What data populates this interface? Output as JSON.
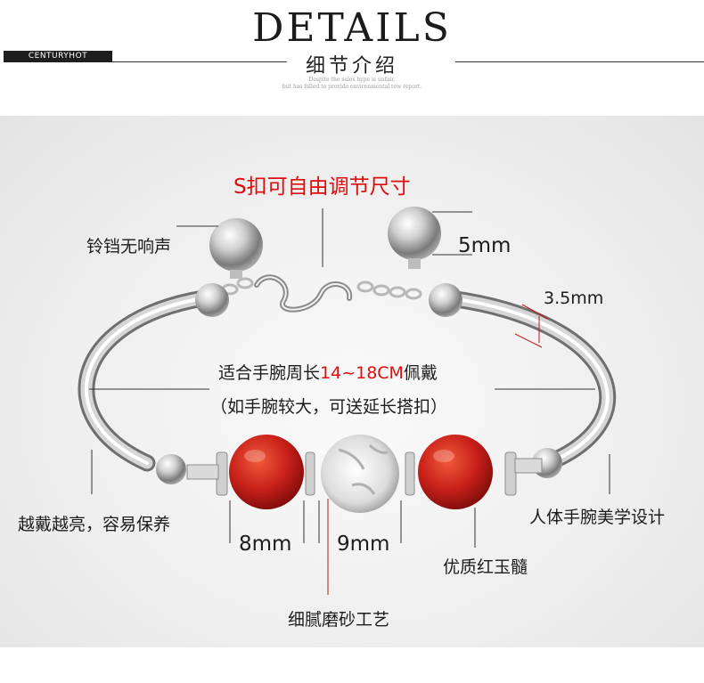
{
  "header": {
    "title_en": "DETAILS",
    "title_cn": "细节介绍",
    "brand": "CENTURYHOT",
    "subtitle_1": "Despite the sales hype is unfair,",
    "subtitle_2": "but has failed to provide environmental tow report."
  },
  "annotations": {
    "clasp": "S扣可自由调节尺寸",
    "bell": "铃铛无响声",
    "bell_size": "5mm",
    "tube_width": "3.5mm",
    "wrist_prefix": "适合手腕周长",
    "wrist_range": "14~18CM",
    "wrist_suffix": "佩戴",
    "extend": "（如手腕较大，可送延长搭扣）",
    "shine": "越戴越亮，容易保养",
    "design": "人体手腕美学设计",
    "agate_size": "8mm",
    "silver_bead_size": "9mm",
    "agate": "优质红玉髓",
    "process": "细腻磨砂工艺"
  },
  "colors": {
    "accent_red": "#e10b0b",
    "agate": "#c8201a"
  }
}
